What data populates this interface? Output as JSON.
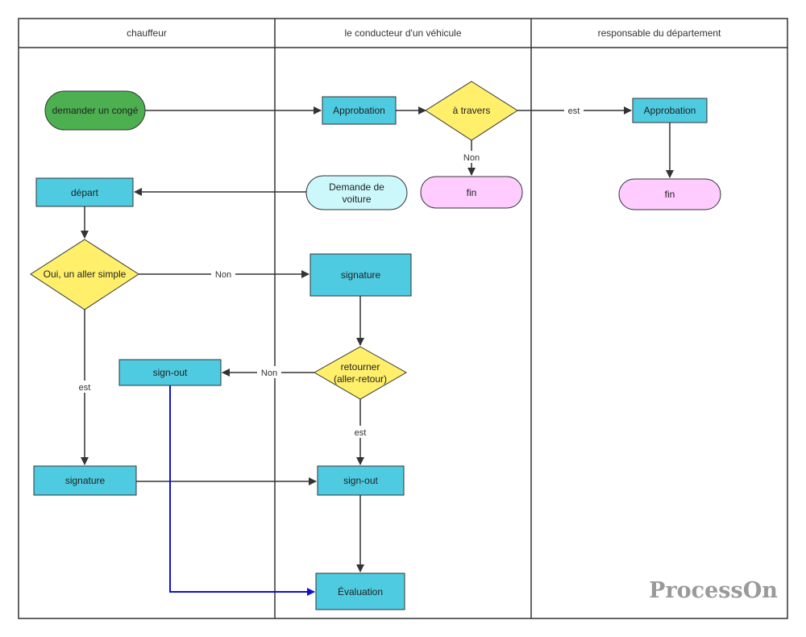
{
  "lanes": [
    {
      "label": "chauffeur"
    },
    {
      "label": "le conducteur d'un véhicule"
    },
    {
      "label": "responsable du département"
    }
  ],
  "nodes": {
    "start": {
      "label": "demander un congé",
      "color": "#4caf50"
    },
    "approbation1": {
      "label": "Approbation",
      "color": "#4ecbe0"
    },
    "decision_travers": {
      "label": "à travers",
      "color": "#ffef6b"
    },
    "approbation2": {
      "label": "Approbation",
      "color": "#4ecbe0"
    },
    "fin1": {
      "label": "fin",
      "color": "#ffccff"
    },
    "fin2": {
      "label": "fin",
      "color": "#ffccff"
    },
    "demande_voiture": {
      "line1": "Demande de",
      "line2": "voiture",
      "color": "#ccf8fc"
    },
    "depart": {
      "label": "départ",
      "color": "#4ecbe0"
    },
    "decision_aller": {
      "label": "Oui, un aller simple",
      "color": "#ffef6b"
    },
    "signature_mid": {
      "label": "signature",
      "color": "#4ecbe0"
    },
    "decision_retour": {
      "line1": "retourner",
      "line2": "(aller-retour)",
      "color": "#ffef6b"
    },
    "signout_left": {
      "label": "sign-out",
      "color": "#4ecbe0"
    },
    "signature_left": {
      "label": "signature",
      "color": "#4ecbe0"
    },
    "signout_mid": {
      "label": "sign-out",
      "color": "#4ecbe0"
    },
    "evaluation": {
      "label": "Évaluation",
      "color": "#4ecbe0"
    }
  },
  "edge_labels": {
    "travers_yes": "est",
    "travers_no": "Non",
    "aller_no": "Non",
    "aller_yes": "est",
    "retour_no": "Non",
    "retour_yes": "est"
  },
  "watermark": "ProcessOn",
  "colors": {
    "edge": "#333333",
    "highlight_edge": "#1010d0",
    "border": "#333333"
  }
}
